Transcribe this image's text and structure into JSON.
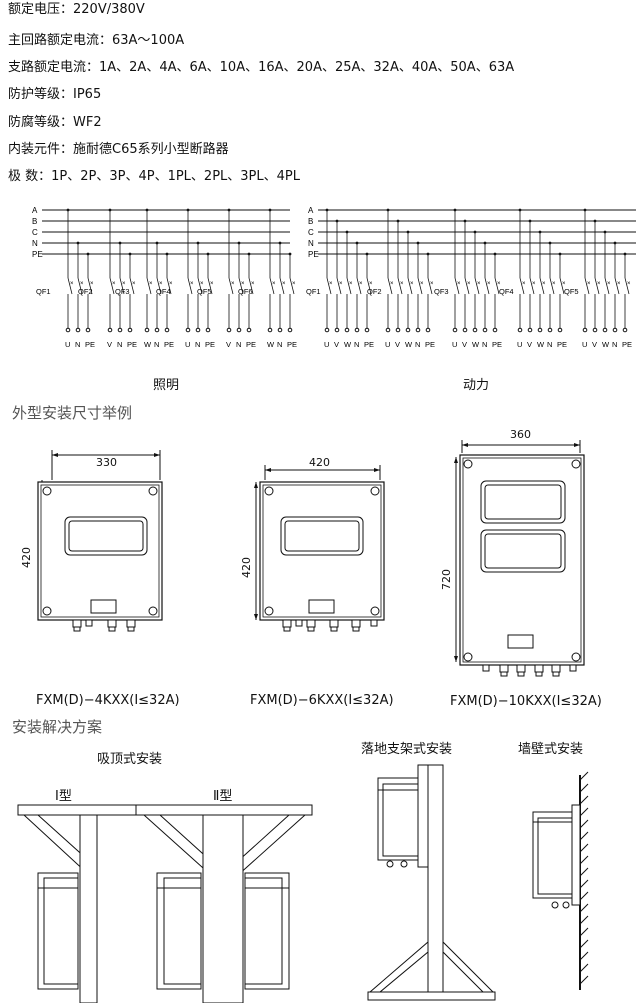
{
  "specs": [
    "额定电压：220V/380V",
    "主回路额定电流：63A～100A",
    "支路额定电流：1A、2A、4A、6A、10A、16A、20A、25A、32A、40A、50A、63A",
    "防护等级：IP65",
    "防腐等级：WF2",
    "内装元件：施耐德C65系列小型断路器",
    "极 数：1P、2P、3P、4P、1PL、2PL、3PL、4PL"
  ],
  "bus_labels": [
    "A",
    "B",
    "C",
    "N",
    "PE"
  ],
  "lighting": {
    "caption": "照明",
    "breakers": [
      "QF1",
      "QF2",
      "QF3",
      "QF4",
      "QF5",
      "QF6"
    ],
    "terminals": [
      "U",
      "N",
      "PE",
      "V",
      "N",
      "PE",
      "W",
      "N",
      "PE",
      "U",
      "N",
      "PE",
      "V",
      "N",
      "PE",
      "W",
      "N",
      "PE"
    ]
  },
  "power": {
    "caption": "动力",
    "breakers": [
      "QF1",
      "QF2",
      "QF3",
      "QF4",
      "QF5"
    ],
    "terminals": [
      "U",
      "V",
      "W",
      "N",
      "PE"
    ]
  },
  "dimensions_title": "外型安装尺寸举例",
  "enclosures": [
    {
      "width": "330",
      "height": "420",
      "model": "FXM(D)−4KXX(I≤32A)"
    },
    {
      "width": "420",
      "height": "420",
      "model": "FXM(D)−6KXX(I≤32A)"
    },
    {
      "width": "360",
      "height": "720",
      "model": "FXM(D)−10KXX(I≤32A)"
    }
  ],
  "install_title": "安装解决方案",
  "install": {
    "ceiling": "吸顶式安装",
    "type1": "Ⅰ型",
    "type2": "Ⅱ型",
    "floor": "落地支架式安装",
    "wall": "墙壁式安装"
  }
}
